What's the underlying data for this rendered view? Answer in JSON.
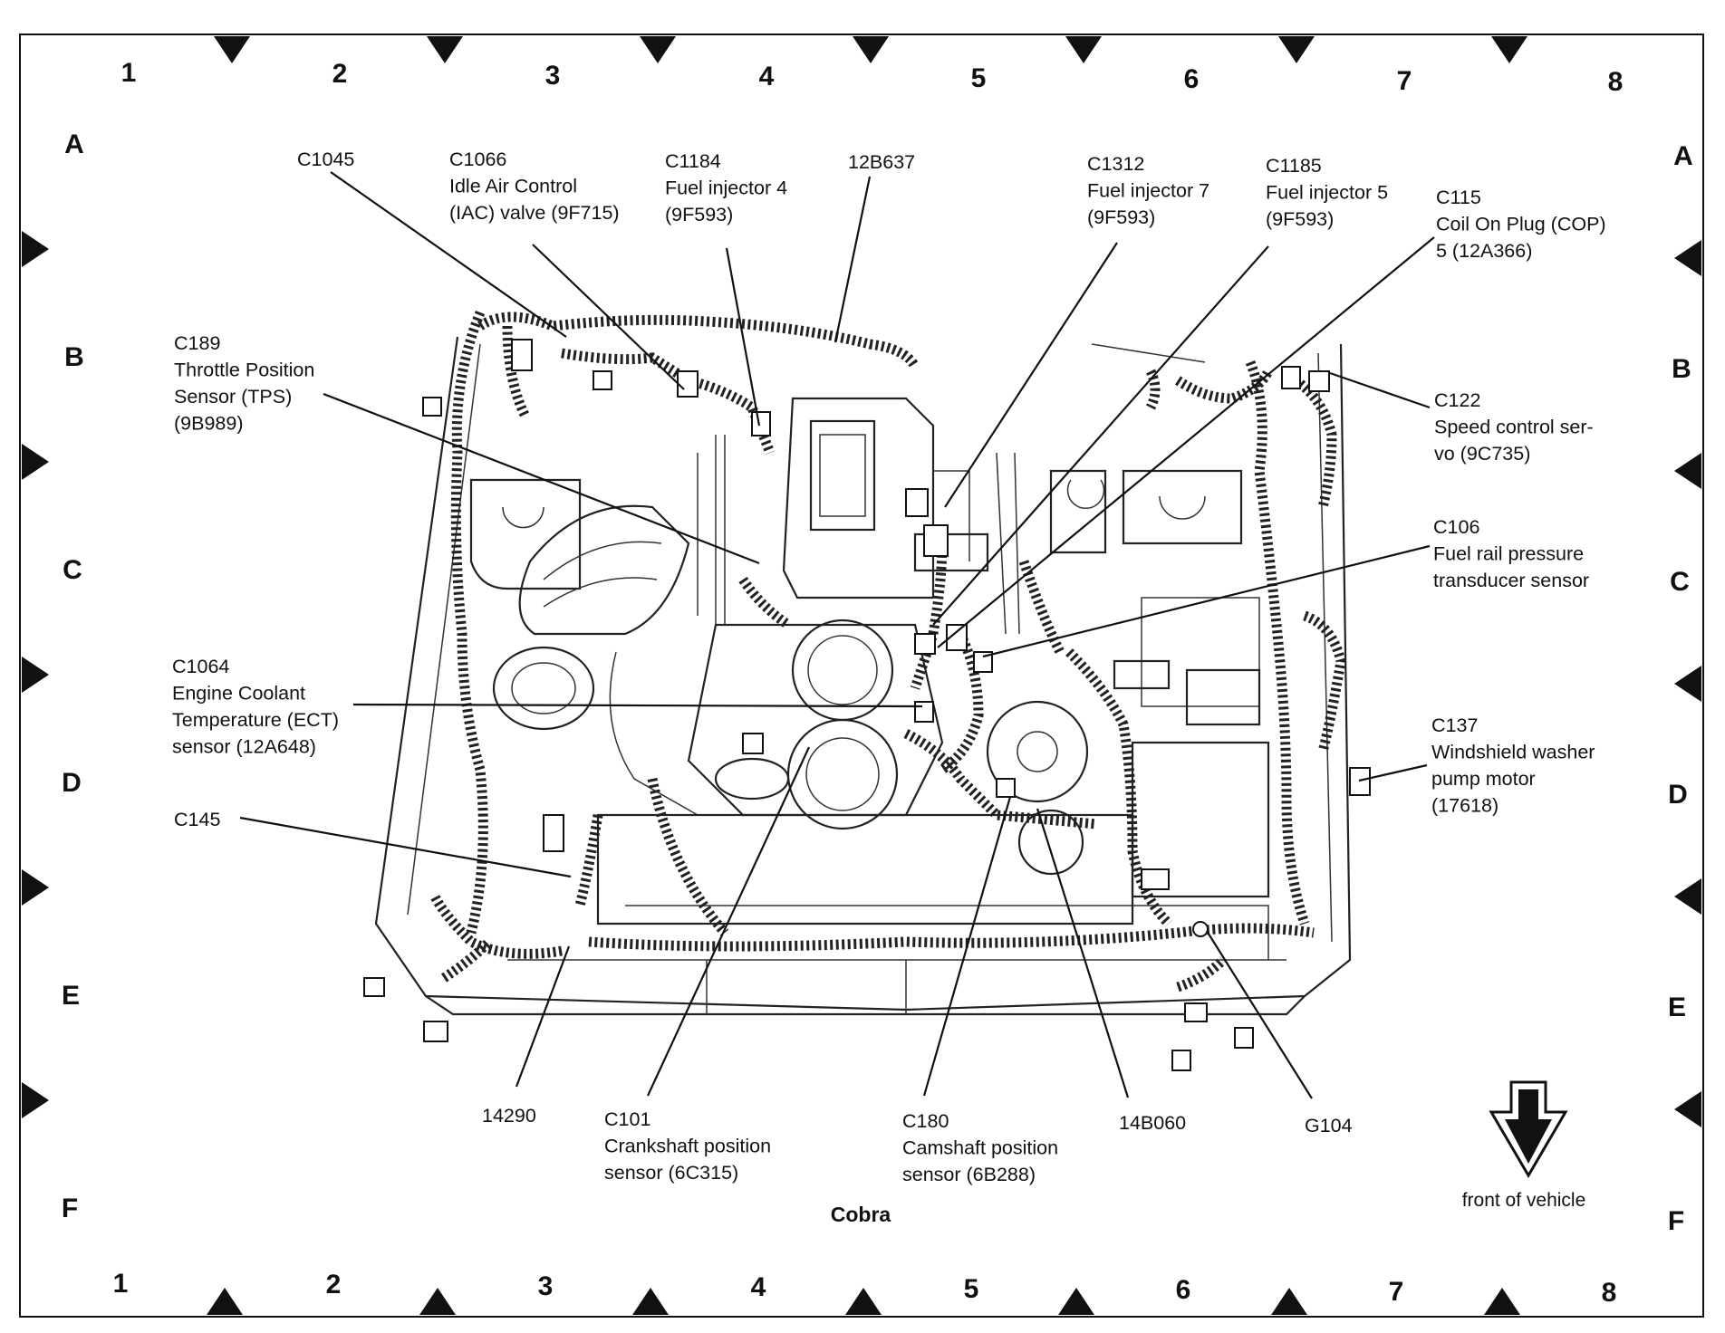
{
  "grid": {
    "columns": [
      "1",
      "2",
      "3",
      "4",
      "5",
      "6",
      "7",
      "8"
    ],
    "rows": [
      "A",
      "B",
      "C",
      "D",
      "E",
      "F"
    ]
  },
  "callouts": [
    {
      "id": "c1045",
      "lines": [
        "C1045"
      ]
    },
    {
      "id": "c1066",
      "lines": [
        "C1066",
        "Idle Air Control",
        "(IAC) valve (9F715)"
      ]
    },
    {
      "id": "c1184",
      "lines": [
        "C1184",
        "Fuel injector 4",
        "(9F593)"
      ]
    },
    {
      "id": "12b637",
      "lines": [
        "12B637"
      ]
    },
    {
      "id": "c1312",
      "lines": [
        "C1312",
        "Fuel injector 7",
        "(9F593)"
      ]
    },
    {
      "id": "c1185",
      "lines": [
        "C1185",
        "Fuel injector 5",
        "(9F593)"
      ]
    },
    {
      "id": "c115",
      "lines": [
        "C115",
        "Coil On Plug (COP)",
        "5 (12A366)"
      ]
    },
    {
      "id": "c189",
      "lines": [
        "C189",
        "Throttle Position",
        "Sensor (TPS)",
        "(9B989)"
      ]
    },
    {
      "id": "c122",
      "lines": [
        "C122",
        "Speed control ser-",
        "vo (9C735)"
      ]
    },
    {
      "id": "c106",
      "lines": [
        "C106",
        "Fuel rail pressure",
        "transducer sensor"
      ]
    },
    {
      "id": "c1064",
      "lines": [
        "C1064",
        "Engine Coolant",
        "Temperature (ECT)",
        "sensor (12A648)"
      ]
    },
    {
      "id": "c137",
      "lines": [
        "C137",
        "Windshield washer",
        "pump motor",
        "(17618)"
      ]
    },
    {
      "id": "c145",
      "lines": [
        "C145"
      ]
    },
    {
      "id": "14290",
      "lines": [
        "14290"
      ]
    },
    {
      "id": "c101",
      "lines": [
        "C101",
        "Crankshaft position",
        "sensor (6C315)"
      ]
    },
    {
      "id": "c180",
      "lines": [
        "C180",
        "Camshaft position",
        "sensor (6B288)"
      ]
    },
    {
      "id": "14b060",
      "lines": [
        "14B060"
      ]
    },
    {
      "id": "g104",
      "lines": [
        "G104"
      ]
    }
  ],
  "caption": "Cobra",
  "front_label": "front of vehicle"
}
